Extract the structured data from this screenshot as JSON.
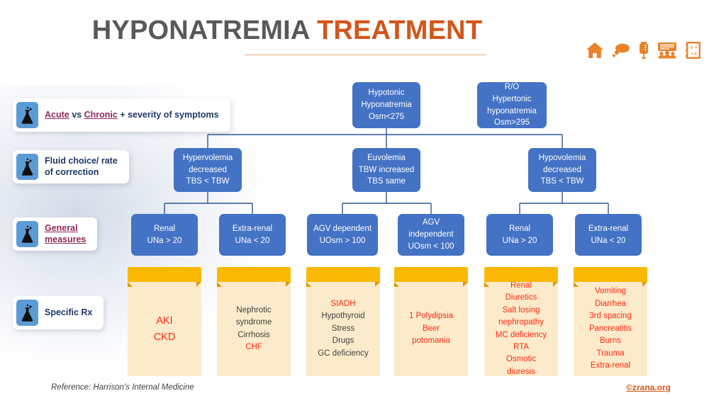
{
  "header": {
    "title_part1": "HYPONATREMIA ",
    "title_part2": "TREATMENT",
    "icons": [
      {
        "name": "home-icon"
      },
      {
        "name": "thought-bubble-icon"
      },
      {
        "name": "iv-drip-bag-icon"
      },
      {
        "name": "presentation-audience-icon"
      },
      {
        "name": "formula-notebook-icon"
      }
    ],
    "accent_color": "#D2561A",
    "title_color": "#595959"
  },
  "legend": {
    "items": [
      {
        "name": "acute-vs-chronic",
        "icon": "flask-icon",
        "segments": [
          {
            "text": "Acute",
            "link": true
          },
          {
            "text": " vs ",
            "link": false
          },
          {
            "text": "Chronic",
            "link": true
          },
          {
            "text": " + severity of symptoms",
            "link": false
          }
        ]
      },
      {
        "name": "fluid-choice-rate",
        "icon": "flask-icon",
        "segments": [
          {
            "text": "Fluid choice/ rate\nof correction",
            "link": false
          }
        ]
      },
      {
        "name": "general-measures",
        "icon": "flask-icon",
        "segments": [
          {
            "text": "General \nmeasures",
            "link": true
          }
        ]
      },
      {
        "name": "specific-rx",
        "icon": "flask-icon",
        "segments": [
          {
            "text": "Specific Rx",
            "link": false
          }
        ]
      }
    ]
  },
  "chart_data": {
    "type": "diagram",
    "title": "HYPONATREMIA TREATMENT",
    "node_color": "#4472C4",
    "card_banner_color": "#FBB905",
    "card_body_color": "#FCEBCA",
    "nodes": [
      {
        "id": "hypotonic",
        "tier": 1,
        "lines": [
          "Hypotonic",
          "Hyponatremia",
          "Osm<275"
        ]
      },
      {
        "id": "ro-hypertonic",
        "tier": 1,
        "lines": [
          "R/O",
          "Hypertonic",
          "hyponatremia",
          "Osm>295"
        ]
      },
      {
        "id": "hypervolemia",
        "tier": 2,
        "lines": [
          "Hypervolemia",
          "decreased",
          "TBS < TBW"
        ]
      },
      {
        "id": "euvolemia",
        "tier": 2,
        "lines": [
          "Euvolemia",
          "TBW increased",
          "TBS same"
        ]
      },
      {
        "id": "hypovolemia",
        "tier": 2,
        "lines": [
          "Hypovolemia",
          "decreased",
          "TBS < TBW"
        ]
      },
      {
        "id": "renal-1",
        "tier": 3,
        "lines": [
          "Renal",
          "UNa > 20"
        ]
      },
      {
        "id": "extrarenal-1",
        "tier": 3,
        "lines": [
          "Extra-renal",
          "UNa < 20"
        ]
      },
      {
        "id": "agv-dependent",
        "tier": 3,
        "lines": [
          "AGV dependent",
          "UOsm > 100"
        ]
      },
      {
        "id": "agv-independent",
        "tier": 3,
        "lines": [
          "AGV",
          "independent",
          "UOsm < 100"
        ]
      },
      {
        "id": "renal-2",
        "tier": 3,
        "lines": [
          "Renal",
          "UNa > 20"
        ]
      },
      {
        "id": "extrarenal-2",
        "tier": 3,
        "lines": [
          "Extra-renal",
          "UNa < 20"
        ]
      }
    ],
    "cards": [
      {
        "id": "card-aki-ckd",
        "large": true,
        "lines": [
          {
            "text": "AKI",
            "red": true
          },
          {
            "text": "CKD",
            "red": true
          }
        ]
      },
      {
        "id": "card-nephrotic",
        "large": false,
        "lines": [
          {
            "text": "Nephrotic",
            "red": false
          },
          {
            "text": "syndrome",
            "red": false
          },
          {
            "text": "Cirrhosis",
            "red": false
          },
          {
            "text": "CHF",
            "red": true
          }
        ]
      },
      {
        "id": "card-siadh",
        "large": false,
        "lines": [
          {
            "text": "SIADH",
            "red": true
          },
          {
            "text": "Hypothyroid",
            "red": false
          },
          {
            "text": "Stress",
            "red": false
          },
          {
            "text": "Drugs",
            "red": false
          },
          {
            "text": "GC deficiency",
            "red": false
          }
        ]
      },
      {
        "id": "card-polydipsia",
        "large": false,
        "lines": [
          {
            "text": "1 Polydipsia",
            "red": true
          },
          {
            "text": "Beer",
            "red": true
          },
          {
            "text": "potomania",
            "red": true
          }
        ]
      },
      {
        "id": "card-renal-losses",
        "large": false,
        "lines": [
          {
            "text": "Renal",
            "red": true
          },
          {
            "text": "Diuretics",
            "red": true
          },
          {
            "text": "Salt losing",
            "red": true
          },
          {
            "text": "nephropathy",
            "red": true
          },
          {
            "text": "MC deficiency",
            "red": true
          },
          {
            "text": "RTA",
            "red": true
          },
          {
            "text": "Osmotic",
            "red": true
          },
          {
            "text": "diuresis",
            "red": true
          }
        ]
      },
      {
        "id": "card-extrarenal-losses",
        "large": false,
        "lines": [
          {
            "text": "Vomiting",
            "red": true
          },
          {
            "text": "Diarrhea",
            "red": true
          },
          {
            "text": "3rd spacing",
            "red": true
          },
          {
            "text": "Pancreatitis",
            "red": true
          },
          {
            "text": "Burns",
            "red": true
          },
          {
            "text": "Trauma",
            "red": true
          },
          {
            "text": "Extra-renal",
            "red": true
          }
        ]
      }
    ]
  },
  "footer": {
    "reference": "Reference: Harrison’s Internal Medicine",
    "credit": "©zrana.org"
  }
}
